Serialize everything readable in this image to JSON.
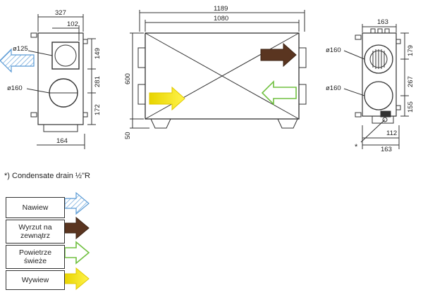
{
  "dimensions": {
    "left": {
      "width_total": "327",
      "width_inner": "102",
      "d_top": "ø125",
      "d_bottom": "ø160",
      "h1": "149",
      "h2": "281",
      "h3": "172",
      "bottom_w": "164"
    },
    "middle": {
      "overall": "1189",
      "body": "1080",
      "height": "600",
      "foot": "50"
    },
    "right": {
      "top_w": "163",
      "d_top": "ø160",
      "d_bottom": "ø160",
      "h1": "179",
      "h2": "267",
      "h3": "155",
      "drain_w": "112",
      "bottom_w": "163",
      "marker": "*"
    }
  },
  "note": "*) Condensate drain ½\"R",
  "legend": [
    {
      "label": "Nawiew",
      "color": "#5b9bd5",
      "style": "hatched"
    },
    {
      "label": "Wyrzut na zewnątrz",
      "color": "#5a3520",
      "style": "solid"
    },
    {
      "label": "Powietrze świeże",
      "color": "#70c040",
      "style": "outline"
    },
    {
      "label": "Wywiew",
      "color": "#f5e61e",
      "style": "solid-gradient"
    }
  ]
}
